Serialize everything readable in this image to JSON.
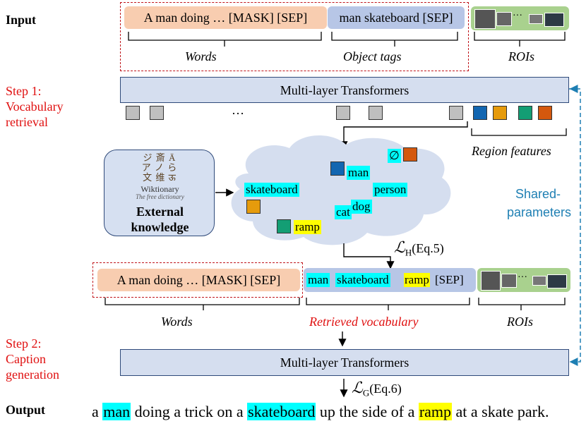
{
  "labels": {
    "input": "Input",
    "output": "Output",
    "step1_line1": "Step 1:",
    "step1_line2": "Vocabulary",
    "step1_line3": "retrieval",
    "step2_line1": "Step 2:",
    "step2_line2": "Caption",
    "step2_line3": "generation",
    "shared_line1": "Shared-",
    "shared_line2": "parameters"
  },
  "input_row": {
    "words_text": "A man doing … [MASK] [SEP]",
    "tags_text": "man skateboard [SEP]",
    "roi_dots": "···",
    "words_caption": "Words",
    "tags_caption": "Object tags",
    "roi_caption": "ROIs"
  },
  "transformer_label": "Multi-layer Transformers",
  "features_dots": "…",
  "region_features": "Region features",
  "knowledge": {
    "logo_glyphs": "ジ 斎 Ä ア ノ ら 文 维 ऊ",
    "logo_name": "Wiktionary",
    "logo_tagline": "The free dictionary",
    "title_line1": "External",
    "title_line2": "knowledge"
  },
  "cloud_words": {
    "empty": "∅",
    "man": "man",
    "skateboard": "skateboard",
    "person": "person",
    "cat": "cat",
    "dog": "dog",
    "ramp": "ramp"
  },
  "loss_h": {
    "symbol": "ℒ",
    "sub": "H",
    "ref": "(Eq.5)"
  },
  "loss_g": {
    "symbol": "ℒ",
    "sub": "G",
    "ref": "(Eq.6)"
  },
  "second_row": {
    "words_text": "A man doing … [MASK] [SEP]",
    "vocab_man": "man",
    "vocab_skateboard": "skateboard",
    "vocab_ramp": "ramp",
    "vocab_sep": "[SEP]",
    "roi_dots": "···",
    "words_caption": "Words",
    "vocab_caption": "Retrieved vocabulary",
    "roi_caption": "ROIs"
  },
  "output_sentence": [
    {
      "text": "a ",
      "hl": ""
    },
    {
      "text": "man",
      "hl": "cyan"
    },
    {
      "text": " doing a trick on a ",
      "hl": ""
    },
    {
      "text": "skateboard",
      "hl": "cyan"
    },
    {
      "text": " up the side of a ",
      "hl": ""
    },
    {
      "text": "ramp",
      "hl": "yellow"
    },
    {
      "text": " at a skate park.",
      "hl": ""
    }
  ],
  "colors": {
    "accent_red": "#e01010",
    "shared_blue": "#1e7fb3",
    "highlight_cyan": "#00ffff",
    "highlight_yellow": "#ffff00"
  }
}
